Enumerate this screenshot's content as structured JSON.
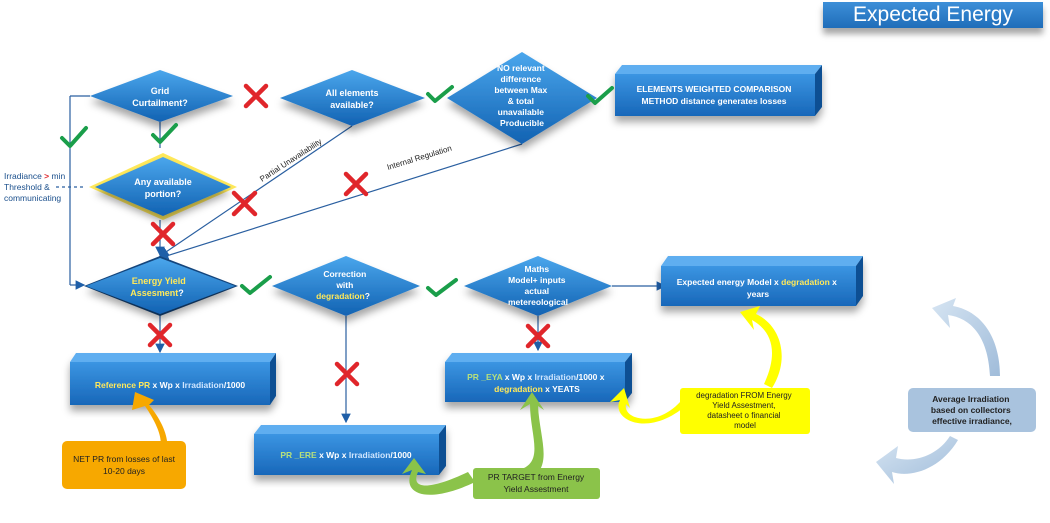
{
  "title": "Expected Energy",
  "side_note": {
    "line1_a": "Irradiance ",
    "line1_op": ">",
    "line1_b": " min",
    "line2": "Threshold &",
    "line3": "communicating"
  },
  "decisions": {
    "grid": [
      "Grid",
      "Curtailment?"
    ],
    "all_elements": [
      "All elements",
      "available?"
    ],
    "no_relevant": [
      "NO relevant",
      "difference",
      "between Max",
      "& total",
      "unavailable",
      "Producible"
    ],
    "any_portion": [
      "Any available",
      "portion?"
    ],
    "eya": [
      "Energy Yield",
      "Assesment",
      "?"
    ],
    "correction": [
      "Correction",
      "with",
      "degradation",
      "?"
    ],
    "maths": [
      "Maths",
      "Model+ inputs",
      "actual",
      "metereological"
    ]
  },
  "boxes": {
    "weighted": [
      "ELEMENTS WEIGHTED COMPARISON",
      "METHOD distance generates losses"
    ],
    "reference": {
      "a": "Reference PR",
      "b": " x Wp x ",
      "c": "Irradiation",
      "d": "/1000"
    },
    "ere": {
      "a": "PR _ERE",
      "b": " x Wp x ",
      "c": "Irradiation",
      "d": "/1000"
    },
    "eya_formula": {
      "a": "PR _EYA",
      "b": " x Wp x ",
      "c": "Irradiation",
      "d": "/1000 x",
      "e": "degradation",
      "f": " x YEATS"
    },
    "expected": {
      "a": "Expected energy Model x ",
      "b": "degradation",
      "c": " x",
      "d": "years"
    }
  },
  "edge_labels": {
    "partial": "Partial Unavailability",
    "internal": "Internal Regulation"
  },
  "callouts": {
    "net_pr": [
      "NET PR from losses of last",
      "10-20 days"
    ],
    "pr_target": [
      "PR  TARGET from Energy",
      "Yield Assestment"
    ],
    "degradation": [
      "degradation FROM Energy",
      "Yield Assestment,",
      "datasheet o financial",
      "model"
    ],
    "avg_irr": [
      "Average Irradiation",
      "based on collectors",
      "effective irradiance,"
    ]
  },
  "colors": {
    "box_blue": "#1f7ad0",
    "highlight_yellow": "#ffe95a",
    "highlight_green": "#b6e07d",
    "check_green": "#1a9e4a",
    "cross_red": "#e0262b",
    "callout_orange": "#f7a800",
    "callout_green": "#8bc34a",
    "callout_yellow": "#ffff00",
    "cycle_blue": "#a9c3de"
  }
}
